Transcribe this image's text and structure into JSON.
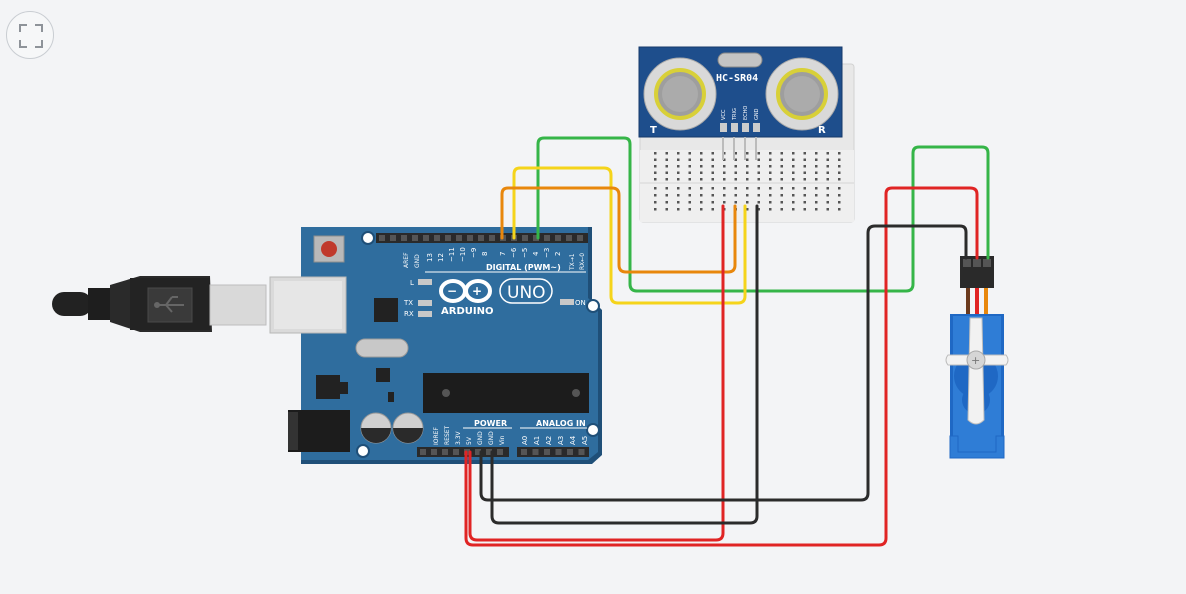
{
  "toolbar": {
    "fit_view_icon": "fullscreen-corners-icon"
  },
  "colors": {
    "background": "#f3f4f6",
    "arduino_board": "#2f6d9e",
    "arduino_board_dark": "#1f4f78",
    "sensor_board": "#1e4e8c",
    "breadboard": "#eeeeee",
    "servo_body": "#2f7dd6",
    "wire_red": "#e02424",
    "wire_black": "#2b2b2b",
    "wire_green": "#35b548",
    "wire_yellow": "#f5d41b",
    "wire_orange": "#e8870c"
  },
  "arduino": {
    "brand": "ARDUINO",
    "model": "UNO",
    "digital_header_label": "DIGITAL (PWM~)",
    "digital_pins": [
      "AREF",
      "GND",
      "13",
      "12",
      "~11",
      "~10",
      "~9",
      "8",
      "7",
      "~6",
      "~5",
      "4",
      "~3",
      "2",
      "TX→1",
      "RX←0"
    ],
    "power_label": "POWER",
    "power_pins": [
      "IOREF",
      "RESET",
      "3.3V",
      "5V",
      "GND",
      "GND",
      "Vin"
    ],
    "analog_label": "ANALOG IN",
    "analog_pins": [
      "A0",
      "A1",
      "A2",
      "A3",
      "A4",
      "A5"
    ],
    "led_l": "L",
    "led_tx": "TX",
    "led_rx": "RX",
    "led_on": "ON"
  },
  "sensor": {
    "name": "HC-SR04",
    "pins": [
      "VCC",
      "TRIG",
      "ECHO",
      "GND"
    ],
    "left_mark": "T",
    "right_mark": "R"
  },
  "servo": {
    "icon": "servo-motor-icon"
  }
}
